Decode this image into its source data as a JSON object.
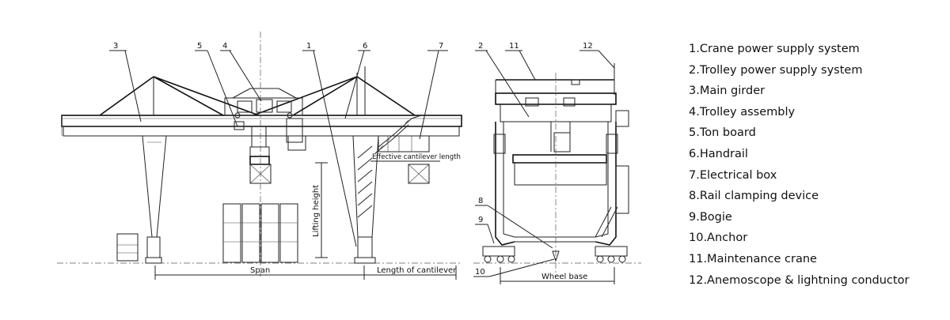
{
  "legend": [
    "1.Crane power supply system",
    "2.Trolley power supply system",
    "3.Main girder",
    "4.Trolley assembly",
    "5.Ton board",
    "6.Handrail",
    "7.Electrical box",
    "8.Rail clamping device",
    "9.Bogie",
    "10.Anchor",
    "11.Maintenance crane",
    "12.Anemoscope & lightning conductor"
  ],
  "callouts": {
    "c1": "1",
    "c2": "2",
    "c3": "3",
    "c4": "4",
    "c5": "5",
    "c6": "6",
    "c7": "7",
    "c8": "8",
    "c9": "9",
    "c10": "10",
    "c11": "11",
    "c12": "12"
  },
  "dimensions": {
    "span": "Span",
    "cantilever": "Length of cantilever",
    "effective_cantilever": "Effective cantilever length",
    "lifting_height": "Lifting height",
    "wheel_base": "Wheel base"
  }
}
